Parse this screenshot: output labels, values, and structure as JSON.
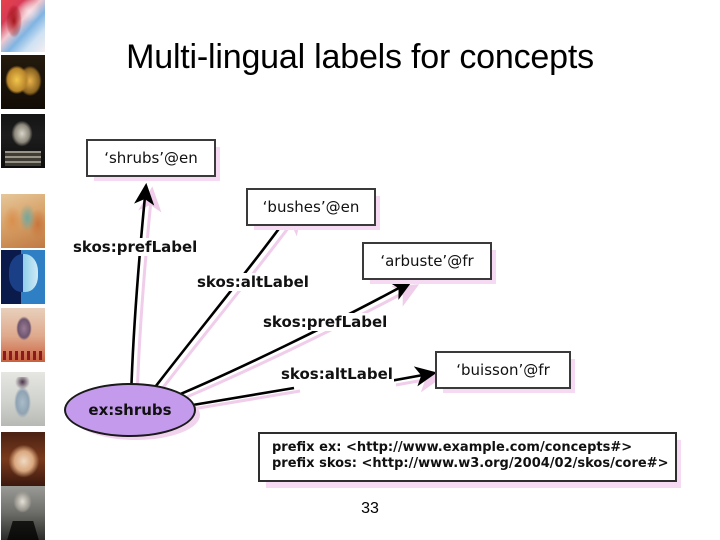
{
  "slide": {
    "title": "Multi-lingual labels for concepts",
    "page_number": "33",
    "background_color": "#ffffff"
  },
  "filmstrip": {
    "name": "left-image-strip",
    "thumbnails": [
      {
        "name": "portrait-red-blue-collage"
      },
      {
        "name": "golden-double-face-mask"
      },
      {
        "name": "black-and-white-statue-engraving"
      },
      {
        "name": "orange-figures-painting"
      },
      {
        "name": "blue-kafka-portrait"
      },
      {
        "name": "orange-seated-woman-poster"
      },
      {
        "name": "pale-blue-seated-woman-painting"
      },
      {
        "name": "dark-red-reclining-figure-painting"
      },
      {
        "name": "grayscale-bald-man-photo"
      }
    ]
  },
  "diagram": {
    "concept_node": {
      "label": "ex:shrubs",
      "fill_color": "#c49bec",
      "shadow_color": "#f2d3ee"
    },
    "literal_nodes": [
      {
        "id": "shrubs-en",
        "label": "‘shrubs’@en"
      },
      {
        "id": "bushes-en",
        "label": "‘bushes’@en"
      },
      {
        "id": "arbuste-fr",
        "label": "‘arbuste’@fr"
      },
      {
        "id": "buisson-fr",
        "label": "‘buisson’@fr"
      }
    ],
    "edges": [
      {
        "id": "edge-1",
        "label": "skos:prefLabel",
        "from": "ex:shrubs",
        "to": "shrubs-en"
      },
      {
        "id": "edge-2",
        "label": "skos:altLabel",
        "from": "ex:shrubs",
        "to": "bushes-en"
      },
      {
        "id": "edge-3",
        "label": "skos:prefLabel",
        "from": "ex:shrubs",
        "to": "arbuste-fr"
      },
      {
        "id": "edge-4",
        "label": "skos:altLabel",
        "from": "ex:shrubs",
        "to": "buisson-fr"
      }
    ],
    "shadow_color": "#f6d9f2",
    "box_border_color": "#3a3a3a"
  },
  "prefixes": {
    "line1": "prefix ex: <http://www.example.com/concepts#>",
    "line2": "prefix skos: <http://www.w3.org/2004/02/skos/core#>"
  }
}
